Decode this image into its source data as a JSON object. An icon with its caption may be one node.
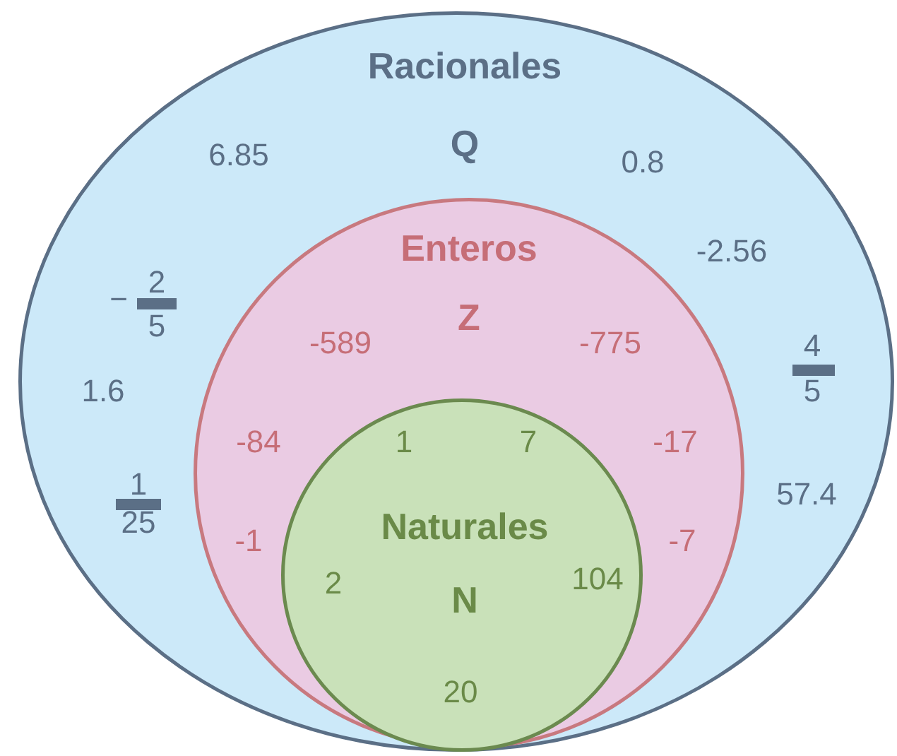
{
  "diagram": {
    "nodes": [
      {
        "text": [
          "Racionales",
          "Q"
        ]
      },
      {
        "text": [
          "Enteros",
          "Z"
        ],
        "in": 0
      },
      {
        "text": [
          "Naturales",
          "N"
        ],
        "in": 1
      }
    ],
    "labels": [
      "6.85",
      "0.8",
      "-2.56",
      "−",
      "2",
      "5",
      "-589",
      "-775",
      "4",
      "1.6",
      "5",
      "-84",
      "1",
      "7",
      "-17",
      "57.4",
      "1",
      "25",
      "-1",
      "-7",
      "2",
      "104",
      "20"
    ]
  }
}
